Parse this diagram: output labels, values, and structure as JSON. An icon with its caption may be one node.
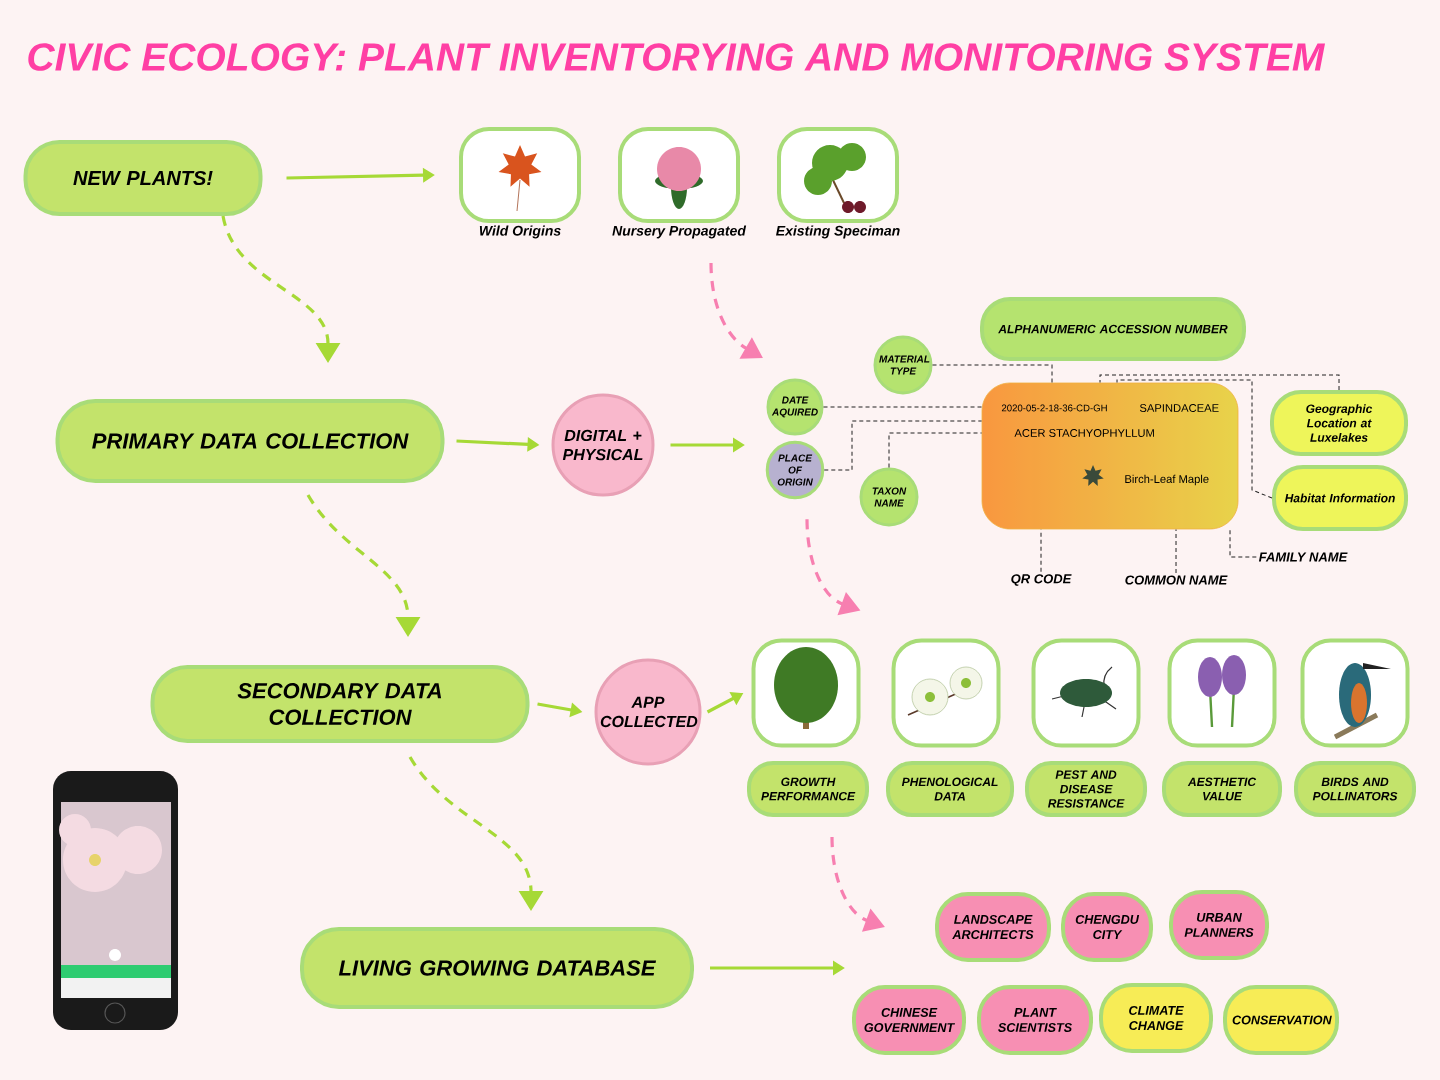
{
  "diagram": {
    "title": "CIVIC ECOLOGY: PLANT INVENTORYING AND MONITORING SYSTEM",
    "nodes": [
      {
        "text": [
          "NEW PLANTS!"
        ]
      },
      {
        "text": [
          "Wild Origins"
        ]
      },
      {
        "text": [
          "Nursery Propagated"
        ]
      },
      {
        "text": [
          "Existing Speciman"
        ]
      },
      {
        "text": [
          "PRIMARY DATA COLLECTION"
        ]
      },
      {
        "text": [
          "DIGITAL + PHYSICAL"
        ]
      },
      {
        "text": [
          "SECONDARY DATA COLLECTION"
        ]
      },
      {
        "text": [
          "APP COLLECTED"
        ]
      },
      {
        "text": [
          "LIVING GROWING DATABASE"
        ]
      },
      {
        "text": [
          "ALPHANUMERIC ACCESSION NUMBER"
        ]
      },
      {
        "text": [
          "MATERIAL TYPE"
        ]
      },
      {
        "text": [
          "DATE AQUIRED"
        ]
      },
      {
        "text": [
          "PLACE OF ORIGIN"
        ]
      },
      {
        "text": [
          "TAXON NAME"
        ]
      },
      {
        "text": [
          "2020-05-2-18-36-CD-GH",
          "SAPINDACEAE",
          "ACER STACHYOPHYLLUM",
          "Birch-Leaf Maple"
        ]
      },
      {
        "text": [
          "Geographic Location at Luxelakes"
        ]
      },
      {
        "text": [
          "Habitat Information"
        ]
      },
      {
        "text": [
          "QR CODE"
        ]
      },
      {
        "text": [
          "COMMON NAME"
        ]
      },
      {
        "text": [
          "FAMILY NAME"
        ]
      },
      {
        "text": [],
        "shape": "picture"
      },
      {
        "text": [],
        "shape": "picture"
      },
      {
        "text": [],
        "shape": "picture"
      },
      {
        "text": [],
        "shape": "picture"
      },
      {
        "text": [],
        "shape": "picture"
      },
      {
        "text": [
          "GROWTH PERFORMANCE"
        ]
      },
      {
        "text": [
          "PHENOLOGICAL DATA"
        ]
      },
      {
        "text": [
          "PEST AND DISEASE RESISTANCE"
        ]
      },
      {
        "text": [
          "AESTHETIC VALUE"
        ]
      },
      {
        "text": [
          "BIRDS AND POLLINATORS"
        ]
      },
      {
        "text": [
          "LANDSCAPE ARCHITECTS"
        ]
      },
      {
        "text": [
          "CHENGDU CITY"
        ]
      },
      {
        "text": [
          "URBAN PLANNERS"
        ]
      },
      {
        "text": [
          "CHINESE GOVERNMENT"
        ]
      },
      {
        "text": [
          "PLANT SCIENTISTS"
        ]
      },
      {
        "text": [
          "CLIMATE CHANGE"
        ]
      },
      {
        "text": [
          "CONSERVATION"
        ]
      }
    ],
    "edges": [
      {
        "from": 0,
        "to": 1,
        "arrow": "to"
      },
      {
        "from": 0,
        "to": 4,
        "arrow": "to",
        "style": "dashed"
      },
      {
        "from": 4,
        "to": 5,
        "arrow": "to"
      },
      {
        "from": 5,
        "to": null,
        "arrow": "to"
      },
      {
        "from": 2,
        "to": null,
        "arrow": "to",
        "style": "dashed",
        "color": "#f77fb0"
      },
      {
        "from": 4,
        "to": 6,
        "arrow": "to",
        "style": "dashed"
      },
      {
        "from": 12,
        "to": 20,
        "arrow": "to",
        "style": "dashed",
        "color": "#f77fb0"
      },
      {
        "from": 6,
        "to": 7,
        "arrow": "to"
      },
      {
        "from": 7,
        "to": 20,
        "arrow": "to"
      },
      {
        "from": 6,
        "to": 8,
        "arrow": "to",
        "style": "dashed"
      },
      {
        "from": 25,
        "to": 30,
        "arrow": "to",
        "style": "dashed",
        "color": "#f77fb0"
      },
      {
        "from": 8,
        "to": null,
        "arrow": "to"
      },
      {
        "from": 10,
        "to": 14,
        "arrow": "none",
        "style": "dashed",
        "color": "#222222"
      },
      {
        "from": 11,
        "to": 14,
        "arrow": "none",
        "style": "dashed",
        "color": "#222222"
      },
      {
        "from": 12,
        "to": 14,
        "arrow": "none",
        "style": "dashed",
        "color": "#222222"
      },
      {
        "from": 13,
        "to": 14,
        "arrow": "none",
        "style": "dashed",
        "color": "#222222"
      },
      {
        "from": 15,
        "to": 14,
        "arrow": "none",
        "style": "dashed",
        "color": "#222222"
      },
      {
        "from": 16,
        "to": 14,
        "arrow": "none",
        "style": "dashed",
        "color": "#222222"
      },
      {
        "from": 17,
        "to": 14,
        "arrow": "none",
        "style": "dashed",
        "color": "#222222"
      },
      {
        "from": 18,
        "to": 14,
        "arrow": "none",
        "style": "dashed",
        "color": "#222222"
      },
      {
        "from": 19,
        "to": 14,
        "arrow": "none",
        "style": "dashed",
        "color": "#222222"
      }
    ]
  }
}
